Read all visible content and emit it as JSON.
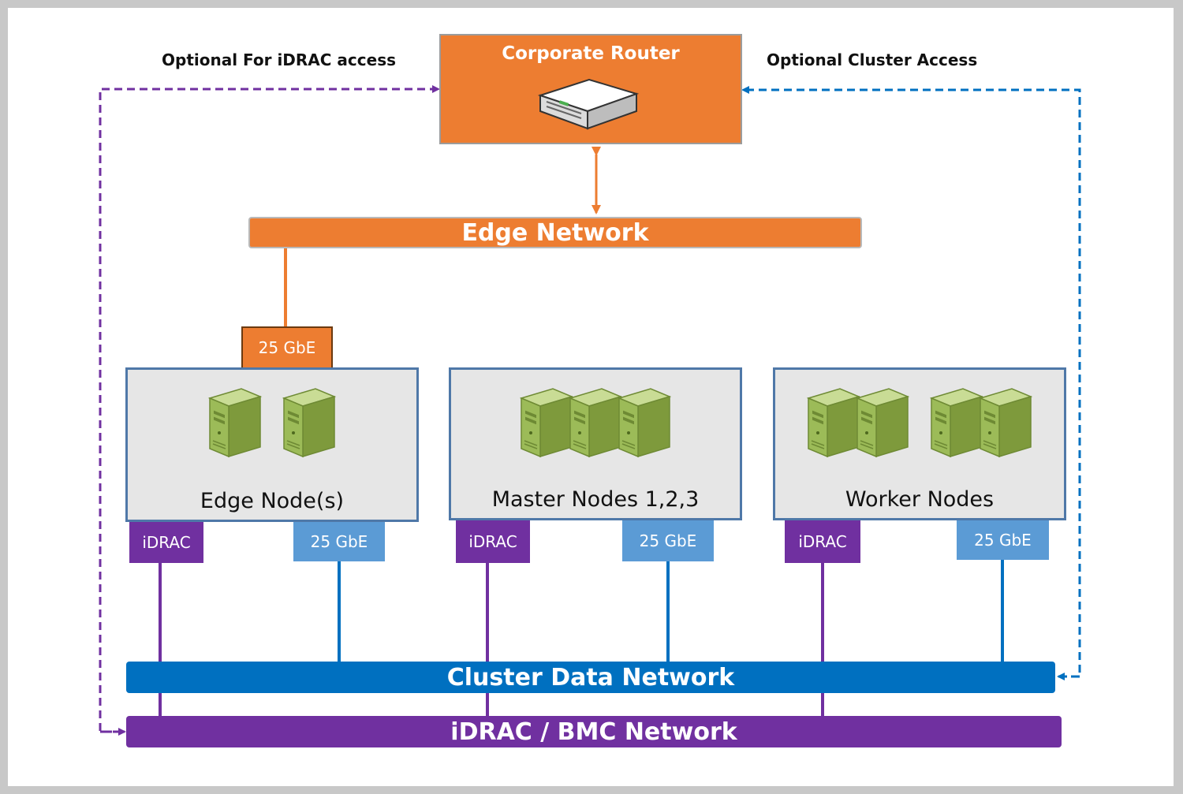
{
  "annotations": {
    "idrac_access": "Optional For iDRAC access",
    "cluster_access": "Optional Cluster Access"
  },
  "router": {
    "title": "Corporate Router",
    "icon": "router-icon"
  },
  "networks": {
    "edge": "Edge Network",
    "cluster_data": "Cluster Data Network",
    "idrac_bmc": "iDRAC / BMC Network"
  },
  "edge_uplink_port": "25 GbE",
  "nodes": [
    {
      "label": "Edge Node(s)",
      "idrac_port": "iDRAC",
      "data_port": "25 GbE",
      "server_icon": "server-tower-icon",
      "server_count": 2
    },
    {
      "label": "Master Nodes 1,2,3",
      "idrac_port": "iDRAC",
      "data_port": "25 GbE",
      "server_icon": "server-tower-icon",
      "server_count": 3
    },
    {
      "label": "Worker Nodes",
      "idrac_port": "iDRAC",
      "data_port": "25 GbE",
      "server_icon": "server-tower-icon",
      "server_count": 4
    }
  ],
  "colors": {
    "orange": "#ed7d31",
    "purple": "#7030a0",
    "blue": "#0070c0",
    "light_blue": "#5b9bd5",
    "node_fill": "#e6e6e6",
    "node_border": "#4f78a8",
    "server_green": "#9cbb58"
  }
}
